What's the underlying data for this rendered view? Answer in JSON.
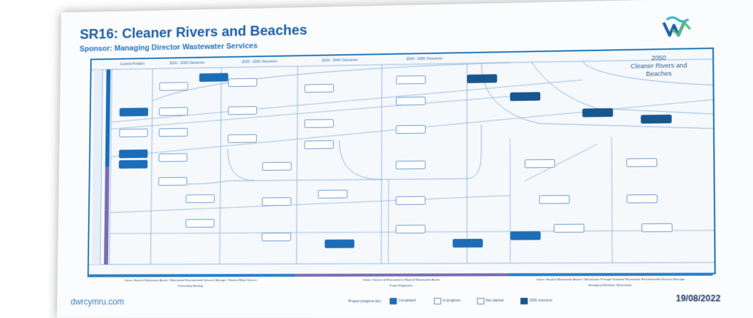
{
  "document": {
    "title": "SR16: Cleaner Rivers and Beaches",
    "sponsor": "Sponsor:  Managing Director Wastewater Services",
    "vision_line1": "2050",
    "vision_line2": "Cleaner Rivers and",
    "vision_line3": "Beaches",
    "columns": [
      "Current Position",
      "2020 - 2025 Outcomes",
      "2025 - 2030 Outcomes",
      "2030 - 2040 Outcomes",
      "2040 - 2050 Outcomes"
    ],
    "footer_owners": [
      "Owner: Head of Wastewater Assets / Wastewater Environmental Services Manager / Head of Water Science",
      "Owner: Director of Environment / Head of Wastewater Assets",
      "Owner: Head of Wastewater Assets / Wastewater Principal Scientist/ Wastewater Environmental Services Manager"
    ],
    "footer_themes": [
      "Partnership Working",
      "Future Regulation",
      "Emerging Pollutants: Wastewater"
    ],
    "site": "dwrcymru.com",
    "date": "19/08/2022",
    "key_label": "Project progress key:",
    "key_items": [
      "Completed",
      "In progress",
      "Not started",
      "2050 outcome"
    ]
  },
  "colors": {
    "brand_blue": "#1d5fa6",
    "completed": "#1c6db7",
    "outcome": "#17568f",
    "band_purple": "#7b6bb0",
    "logo_teal": "#2fb4c6"
  }
}
